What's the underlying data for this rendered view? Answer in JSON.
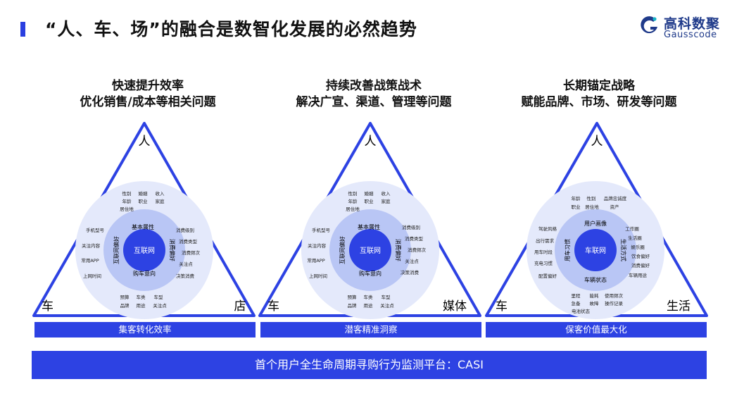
{
  "header": {
    "title": "“人、车、场”的融合是数智化发展的必然趋势",
    "logo_cn": "高科数聚",
    "logo_en": "Gausscode",
    "accent": "#2d42e3"
  },
  "panels": [
    {
      "heading1": "快速提升效率",
      "heading2": "优化销售/成本等相关问题",
      "top": "人",
      "left": "车",
      "right": "店",
      "center": "互联网",
      "ring": [
        "基本属性",
        "消费偏好",
        "购车意向",
        "互联网偏好"
      ],
      "outer": [
        "性别",
        "婚姻",
        "收入",
        "年龄",
        "职业",
        "家庭",
        "居住地",
        "手机型号",
        "消费级别",
        "关注内容",
        "消费类型",
        "消费频次",
        "常用APP",
        "关注点",
        "上网时间",
        "决策消费",
        "预算",
        "车类",
        "车型",
        "品牌",
        "用途",
        "关注点"
      ],
      "strip": "集客转化效率"
    },
    {
      "heading1": "持续改善战策战术",
      "heading2": "解决广宣、渠道、管理等问题",
      "top": "人",
      "left": "车",
      "right": "媒体",
      "center": "互联网",
      "ring": [
        "基本属性",
        "消费偏好",
        "购车意向",
        "互联网偏好"
      ],
      "outer": [
        "性别",
        "婚姻",
        "收入",
        "年龄",
        "职业",
        "家庭",
        "居住地",
        "手机型号",
        "消费级别",
        "关注内容",
        "消费类型",
        "消费频次",
        "常用APP",
        "关注点",
        "上网时间",
        "决策消费",
        "预算",
        "车类",
        "车型",
        "品牌",
        "用途",
        "关注点"
      ],
      "strip": "潜客精准洞察"
    },
    {
      "heading1": "长期锚定战略",
      "heading2": "赋能品牌、市场、研发等问题",
      "top": "人",
      "left": "车",
      "right": "生活",
      "center": "车联网",
      "ring": [
        "用户画像",
        "生活方式",
        "车辆状态",
        "用车习惯"
      ],
      "outer": [
        "年龄",
        "性别",
        "品牌忠诚度",
        "职业",
        "居住地",
        "资产",
        "驾驶风格",
        "工作圈",
        "出行需求",
        "生活圈",
        "用车时段",
        "娱乐圈",
        "充电习惯",
        "饮食偏好",
        "配置偏好",
        "消费偏好",
        "车辆用途",
        "里程",
        "能耗",
        "使用频次",
        "急备",
        "故障",
        "操作记录",
        "电池状态"
      ],
      "strip": "保客价值最大化"
    }
  ],
  "banner": "首个用户全生命周期寻购行为监测平台：CASI"
}
